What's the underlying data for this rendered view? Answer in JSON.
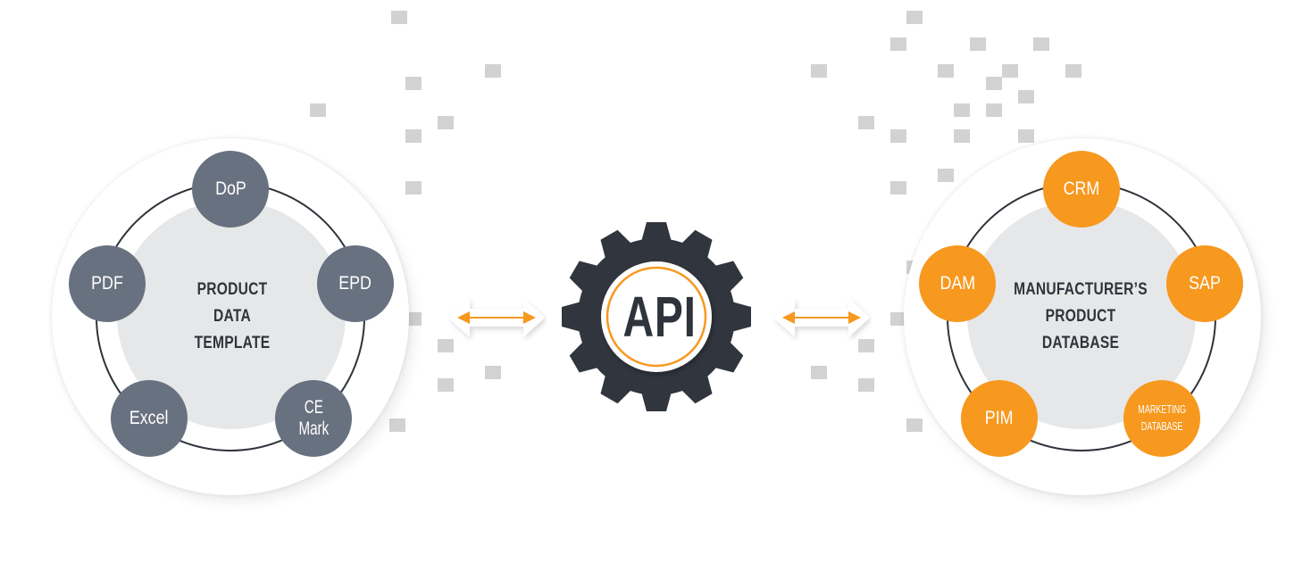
{
  "left_cluster": {
    "title_lines": [
      "PRODUCT",
      "DATA",
      "TEMPLATE"
    ],
    "node_color": "#68717f",
    "nodes": [
      {
        "label_lines": [
          "DoP"
        ]
      },
      {
        "label_lines": [
          "EPD"
        ]
      },
      {
        "label_lines": [
          "CE",
          "Mark"
        ]
      },
      {
        "label_lines": [
          "Excel"
        ]
      },
      {
        "label_lines": [
          "PDF"
        ]
      }
    ]
  },
  "center": {
    "label": "API",
    "gear_color": "#31353d",
    "accent_color": "#f7981f",
    "arrows": [
      {
        "icon": "double-arrow-icon",
        "direction": "bidirectional"
      },
      {
        "icon": "double-arrow-icon",
        "direction": "bidirectional"
      }
    ]
  },
  "right_cluster": {
    "title_lines": [
      "MANUFACTURER’S",
      "PRODUCT",
      "DATABASE"
    ],
    "node_color": "#f7981f",
    "nodes": [
      {
        "label_lines": [
          "CRM"
        ]
      },
      {
        "label_lines": [
          "SAP"
        ]
      },
      {
        "label_lines": [
          "MARKETING",
          "DATABASE"
        ]
      },
      {
        "label_lines": [
          "PIM"
        ]
      },
      {
        "label_lines": [
          "DAM"
        ]
      }
    ]
  },
  "colors": {
    "background": "#ffffff",
    "ring": "#2f333b",
    "core_fill": "#e6e7e8",
    "decor_square": "#d1d2d4"
  }
}
